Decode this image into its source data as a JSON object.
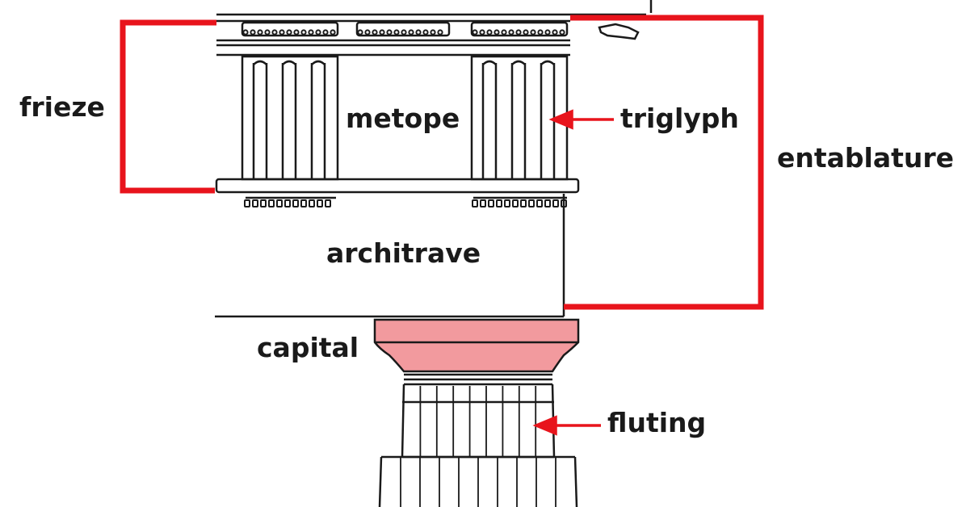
{
  "labels": {
    "frieze": "frieze",
    "metope": "metope",
    "triglyph": "triglyph",
    "entablature": "entablature",
    "architrave": "architrave",
    "capital": "capital",
    "fluting": "fluting"
  },
  "colors": {
    "bracket": "#e8141c",
    "capital_fill": "#f29a9e",
    "ink": "#1a1a1a",
    "background": "#ffffff"
  }
}
